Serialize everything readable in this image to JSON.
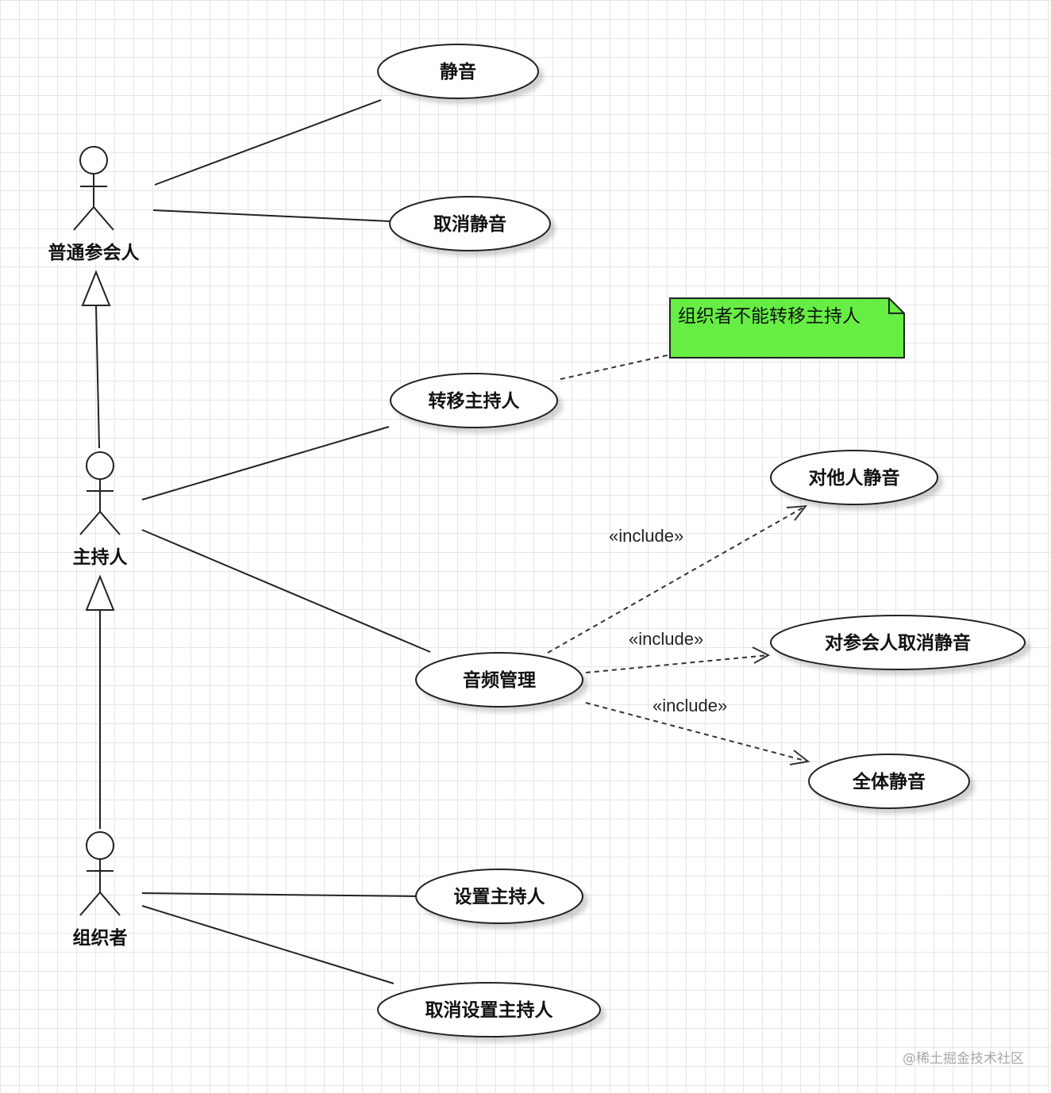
{
  "actors": [
    {
      "id": "participant",
      "label": "普通参会人"
    },
    {
      "id": "host",
      "label": "主持人"
    },
    {
      "id": "organizer",
      "label": "组织者"
    }
  ],
  "use_cases": [
    {
      "id": "mute",
      "label": "静音"
    },
    {
      "id": "unmute",
      "label": "取消静音"
    },
    {
      "id": "transfer_host",
      "label": "转移主持人"
    },
    {
      "id": "mute_others",
      "label": "对他人静音"
    },
    {
      "id": "audio_manage",
      "label": "音频管理"
    },
    {
      "id": "unmute_participant",
      "label": "对参会人取消静音"
    },
    {
      "id": "mute_all",
      "label": "全体静音"
    },
    {
      "id": "set_host",
      "label": "设置主持人"
    },
    {
      "id": "unset_host",
      "label": "取消设置主持人"
    }
  ],
  "note": {
    "text": "组织者不能转移主持人",
    "color": "#66ee44"
  },
  "include_labels": [
    "«include»",
    "«include»",
    "«include»"
  ],
  "watermark": "@稀土掘金技术社区"
}
